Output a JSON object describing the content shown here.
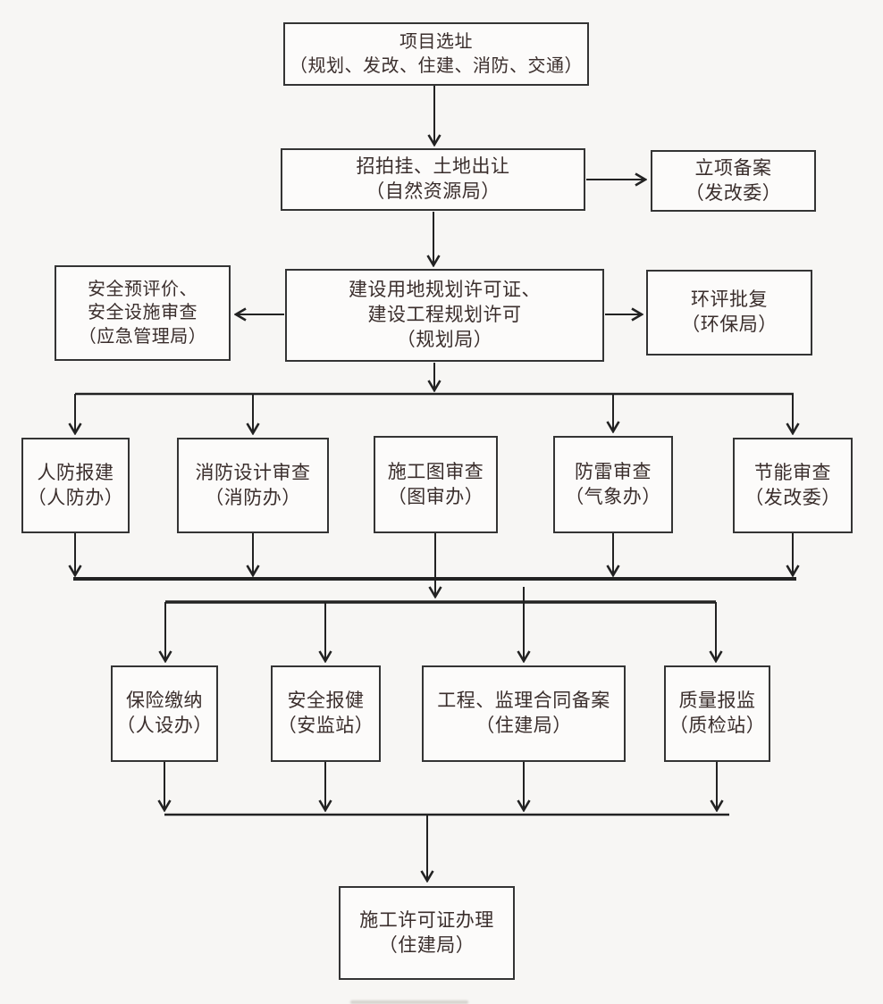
{
  "canvas": {
    "background_color": "#f7f6f4",
    "box_fill_color": "#fcfbfa",
    "box_border_color": "#343434",
    "line_color": "#222222",
    "text_color": "#3a2e2c"
  },
  "nodes": {
    "site_selection": {
      "lines": [
        "项目选址",
        "（规划、发改、住建、消防、交通）"
      ]
    },
    "land_transfer": {
      "lines": [
        "招拍挂、土地出让",
        "（自然资源局）"
      ]
    },
    "project_filing": {
      "lines": [
        "立项备案",
        "（发改委）"
      ]
    },
    "planning_permit": {
      "lines": [
        "建设用地规划许可证、",
        "建设工程规划许可",
        "（规划局）"
      ]
    },
    "safety_pre_evaluation": {
      "lines": [
        "安全预评价、",
        "安全设施审查",
        "（应急管理局）"
      ]
    },
    "env_approval": {
      "lines": [
        "环评批复",
        "（环保局）"
      ]
    },
    "civil_defense": {
      "lines": [
        "人防报建",
        "（人防办）"
      ]
    },
    "fire_design_review": {
      "lines": [
        "消防设计审查",
        "（消防办）"
      ]
    },
    "construction_drawing_review": {
      "lines": [
        "施工图审查",
        "（图审办）"
      ]
    },
    "lightning_review": {
      "lines": [
        "防雷审查",
        "（气象办）"
      ]
    },
    "energy_review": {
      "lines": [
        "节能审查",
        "（发改委）"
      ]
    },
    "insurance_payment": {
      "lines": [
        "保险缴纳",
        "（人设办）"
      ]
    },
    "safety_report": {
      "lines": [
        "安全报健",
        "（安监站）"
      ]
    },
    "contract_filing": {
      "lines": [
        "工程、监理合同备案",
        "（住建局）"
      ]
    },
    "quality_supervision": {
      "lines": [
        "质量报监",
        "（质检站）"
      ]
    },
    "construction_permit": {
      "lines": [
        "施工许可证办理",
        "（住建局）"
      ]
    }
  }
}
